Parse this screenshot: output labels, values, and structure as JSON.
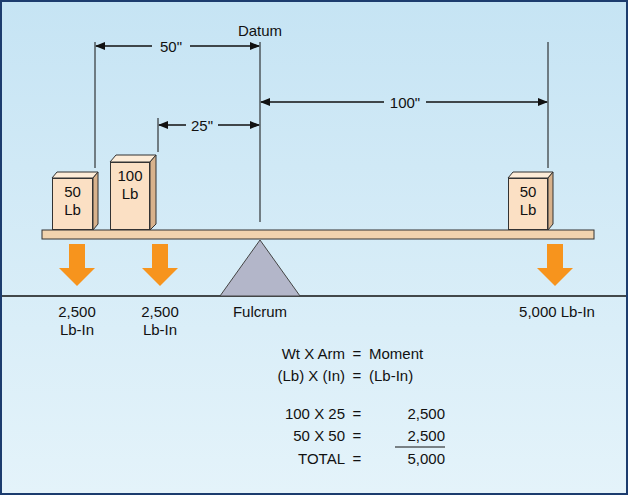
{
  "diagram": {
    "nodes": [
      {
        "text": [
          "50 Lb"
        ]
      },
      {
        "text": [
          "100 Lb"
        ]
      },
      {
        "text": [
          "50 Lb"
        ]
      }
    ],
    "labels": [
      "Datum",
      "50\"",
      "25\"",
      "100\"",
      "2,500 Lb-In",
      "2,500 Lb-In",
      "Fulcrum",
      "5,000 Lb-In",
      "Wt X Arm",
      "=",
      "Moment",
      "(Lb) X (In)",
      "=",
      "(Lb-In)",
      "100 X 25",
      "=",
      "2,500",
      "50 X 50",
      "=",
      "2,500",
      "TOTAL",
      "=",
      "5,000"
    ]
  }
}
